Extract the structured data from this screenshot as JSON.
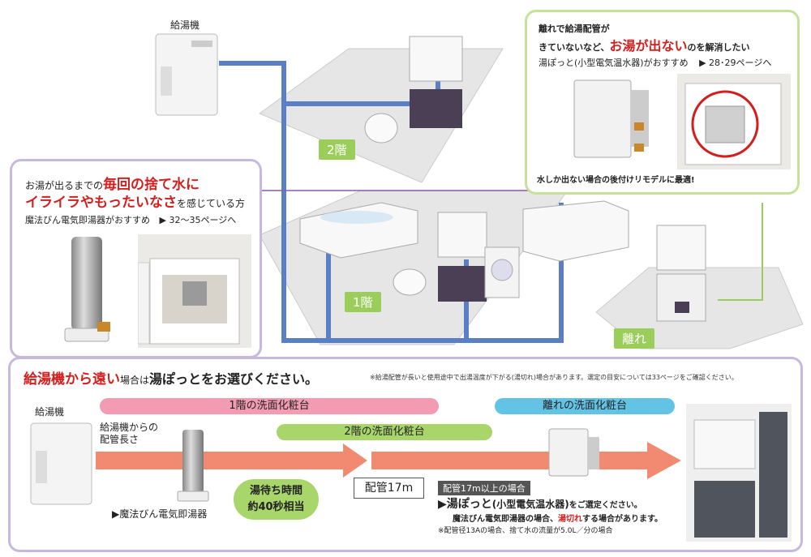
{
  "heater_label": "給湯機",
  "floors": {
    "floor2": "2階",
    "floor1": "1階",
    "annex": "離れ"
  },
  "left_panel": {
    "line1_pre": "お湯が出るまでの",
    "line1_em": "毎回の捨て水に",
    "line2_em": "イライラやもったいなさ",
    "line2_post": "を感じている方",
    "recommend": "魔法びん電気即湯器がおすすめ",
    "page_ref": "▶ 32～35ページへ"
  },
  "right_panel": {
    "line1": "離れで給湯配管が",
    "line2_pre": "きていないなど、",
    "line2_em": "お湯が出ない",
    "line2_post": "のを解消したい",
    "recommend": "湯ぽっと(小型電気温水器)がおすすめ",
    "page_ref": "▶ 28･29ページへ",
    "caption": "水しか出ない場合の後付けリモデルに最適!"
  },
  "bottom": {
    "headline_em": "給湯機から遠い",
    "headline_mid": "場合は",
    "headline_main": "湯ぽっとをお選びください。",
    "note": "※給湯配管が長いと使用途中で出湯温度が下がる(湯切れ)場合があります。選定の目安については33ページをご確認ください。",
    "heater_label": "給湯機",
    "band_floor1": "1階の洗面化粧台",
    "band_floor2": "2階の洗面化粧台",
    "band_annex": "離れの洗面化粧台",
    "pipe_label_1": "給湯機からの",
    "pipe_label_2": "配管長さ",
    "product_label": "▶魔法びん電気即湯器",
    "wait_1": "湯待ち時間",
    "wait_2": "約40秒相当",
    "pipe_length": "配管17m",
    "over_tag": "配管17m以上の場合",
    "advice_pre": "▶湯ぽっと",
    "advice_paren": "(小型電気温水器)",
    "advice_post": "をご選定ください。",
    "warn_pre": "魔法びん電気即湯器の場合、",
    "warn_em": "湯切れ",
    "warn_post": "する場合があります。",
    "footnote": "※配管径13Aの場合、捨て水の流量が5.0L／分の場合"
  },
  "colors": {
    "pipe": "#5b7fc7",
    "accent_red": "#d41e1e",
    "pink": "#f39bb2",
    "green": "#9acd5a",
    "cyan": "#5bc0e0",
    "purple": "#8a5aa8"
  }
}
